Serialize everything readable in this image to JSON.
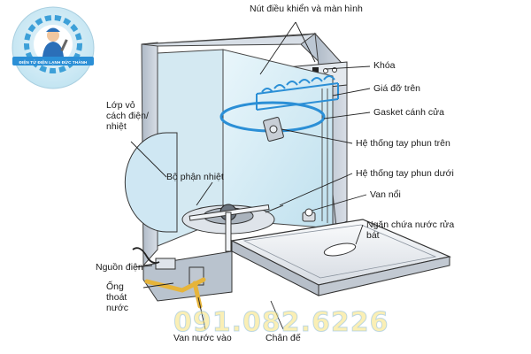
{
  "logo": {
    "text": "ĐIỆN TỬ ĐIỆN LẠNH ĐỨC THÀNH"
  },
  "labels": {
    "controls": "Nút điều khiển và màn hình",
    "lock": "Khóa",
    "upper_rack": "Giá đỡ trên",
    "door_gasket": "Gasket cánh cửa",
    "upper_spray": "Hệ thống tay phun trên",
    "lower_spray": "Hệ thống tay phun dưới",
    "float_valve": "Van nổi",
    "insulation": "Lớp vỏ cách điện/ nhiệt",
    "heater": "Bộ phận nhiệt",
    "detergent": "Ngăn chứa nước rửa bát",
    "power": "Nguồn điện",
    "drain": "Ống thoát nước",
    "inlet": "Van nước vào",
    "feet": "Chân đế"
  },
  "watermark": {
    "phone": "091.082.6226"
  },
  "colors": {
    "tub": "#d9eef6",
    "body": "#c9d3de",
    "door": "#f2f4f7",
    "accent": "#2b8fd6",
    "pipe": "#e6b43a"
  }
}
